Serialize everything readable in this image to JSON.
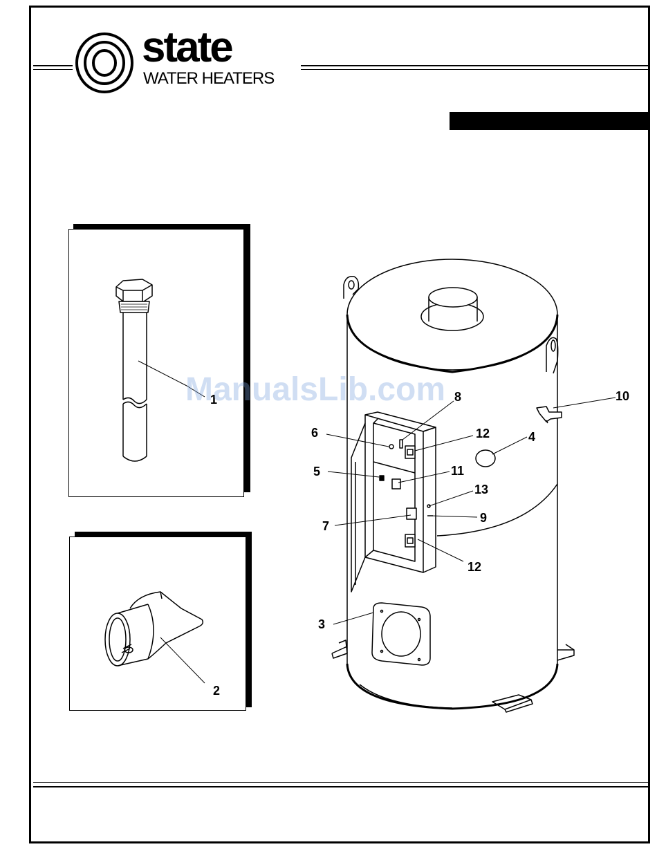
{
  "header": {
    "brand_word": "state",
    "brand_subtitle": "WATER HEATERS"
  },
  "watermark": "ManualsLib.com",
  "callouts": {
    "c1": "1",
    "c2": "2",
    "c3": "3",
    "c4": "4",
    "c5": "5",
    "c6": "6",
    "c7": "7",
    "c8": "8",
    "c9": "9",
    "c10": "10",
    "c11": "11",
    "c12a": "12",
    "c12b": "12",
    "c13": "13"
  },
  "colors": {
    "ink": "#000000",
    "paper": "#ffffff",
    "watermark": "#78a0dc"
  }
}
